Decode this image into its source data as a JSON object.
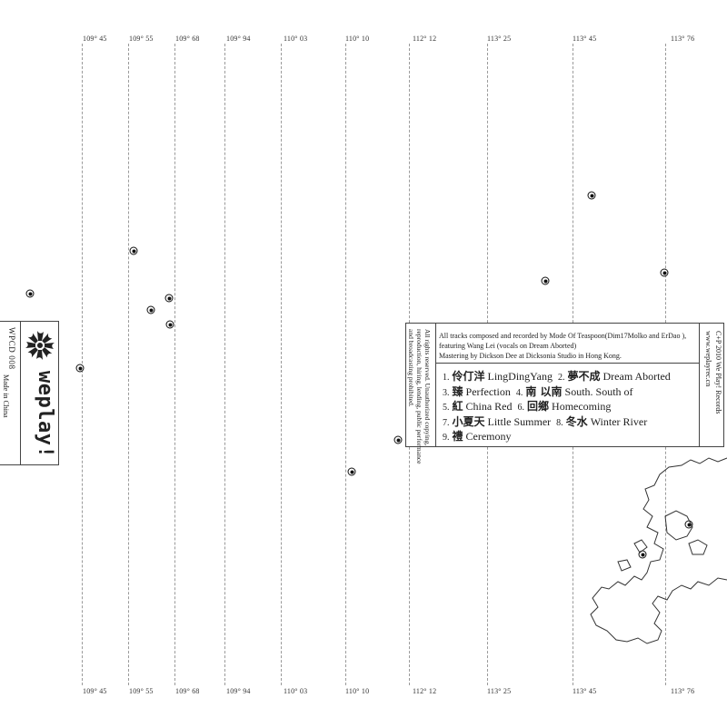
{
  "meridians": [
    {
      "label": "109° 45",
      "x": 0
    },
    {
      "label": "109° 55",
      "x": 0
    },
    {
      "label": "109° 68",
      "x": 0
    },
    {
      "label": "109° 94",
      "x": 0
    },
    {
      "label": "110° 03",
      "x": 0
    },
    {
      "label": "110° 10",
      "x": 0
    },
    {
      "label": "112° 12",
      "x": 0
    },
    {
      "label": "113° 25",
      "x": 0
    },
    {
      "label": "113° 45",
      "x": 0
    },
    {
      "label": "113° 76",
      "x": 0
    }
  ],
  "spine": {
    "catalog": "WPCD 008",
    "made_in": "Made in China",
    "brand": "weplay!",
    "logo_icon": "sunburst-logo-icon"
  },
  "back_cover": {
    "rights_line1": "All rights reserved. Unauthorized copying,",
    "rights_line2": "reproduction, hiring, lending, public performance",
    "rights_line3": "and broadcasting prohibited.",
    "credits_line1": "All tracks composed and recorded by Mode Of Teaspoon(Dim17Molko and ErDao ),",
    "credits_line2": "featuring Wang Lei (vocals on Dream Aborted)",
    "credits_line3": "Mastering by Dickson Dee at Dicksonia Studio in Hong Kong.",
    "label_line1": "C+P 2010 We Play! Records",
    "label_line2": "www.weplayrec.cn",
    "tracks": [
      [
        {
          "num": "1.",
          "cn": "伶仃洋",
          "en": "LingDingYang"
        },
        {
          "num": "2.",
          "cn": "夢不成",
          "en": "Dream  Aborted"
        }
      ],
      [
        {
          "num": "3.",
          "cn": "臻",
          "en": "Perfection"
        },
        {
          "num": "4.",
          "cn": "南 以南",
          "en": "South. South of"
        }
      ],
      [
        {
          "num": "5.",
          "cn": "紅",
          "en": "China Red"
        },
        {
          "num": "6.",
          "cn": "回鄉",
          "en": "Homecoming"
        }
      ],
      [
        {
          "num": "7.",
          "cn": "小夏天",
          "en": "Little Summer"
        },
        {
          "num": "8.",
          "cn": "冬水",
          "en": "Winter River"
        }
      ],
      [
        {
          "num": "9.",
          "cn": "禮",
          "en": "Ceremony"
        }
      ]
    ]
  },
  "map_dots": 13,
  "colors": {
    "ink": "#222222",
    "grid": "#9a9a9a",
    "paper": "#ffffff"
  }
}
